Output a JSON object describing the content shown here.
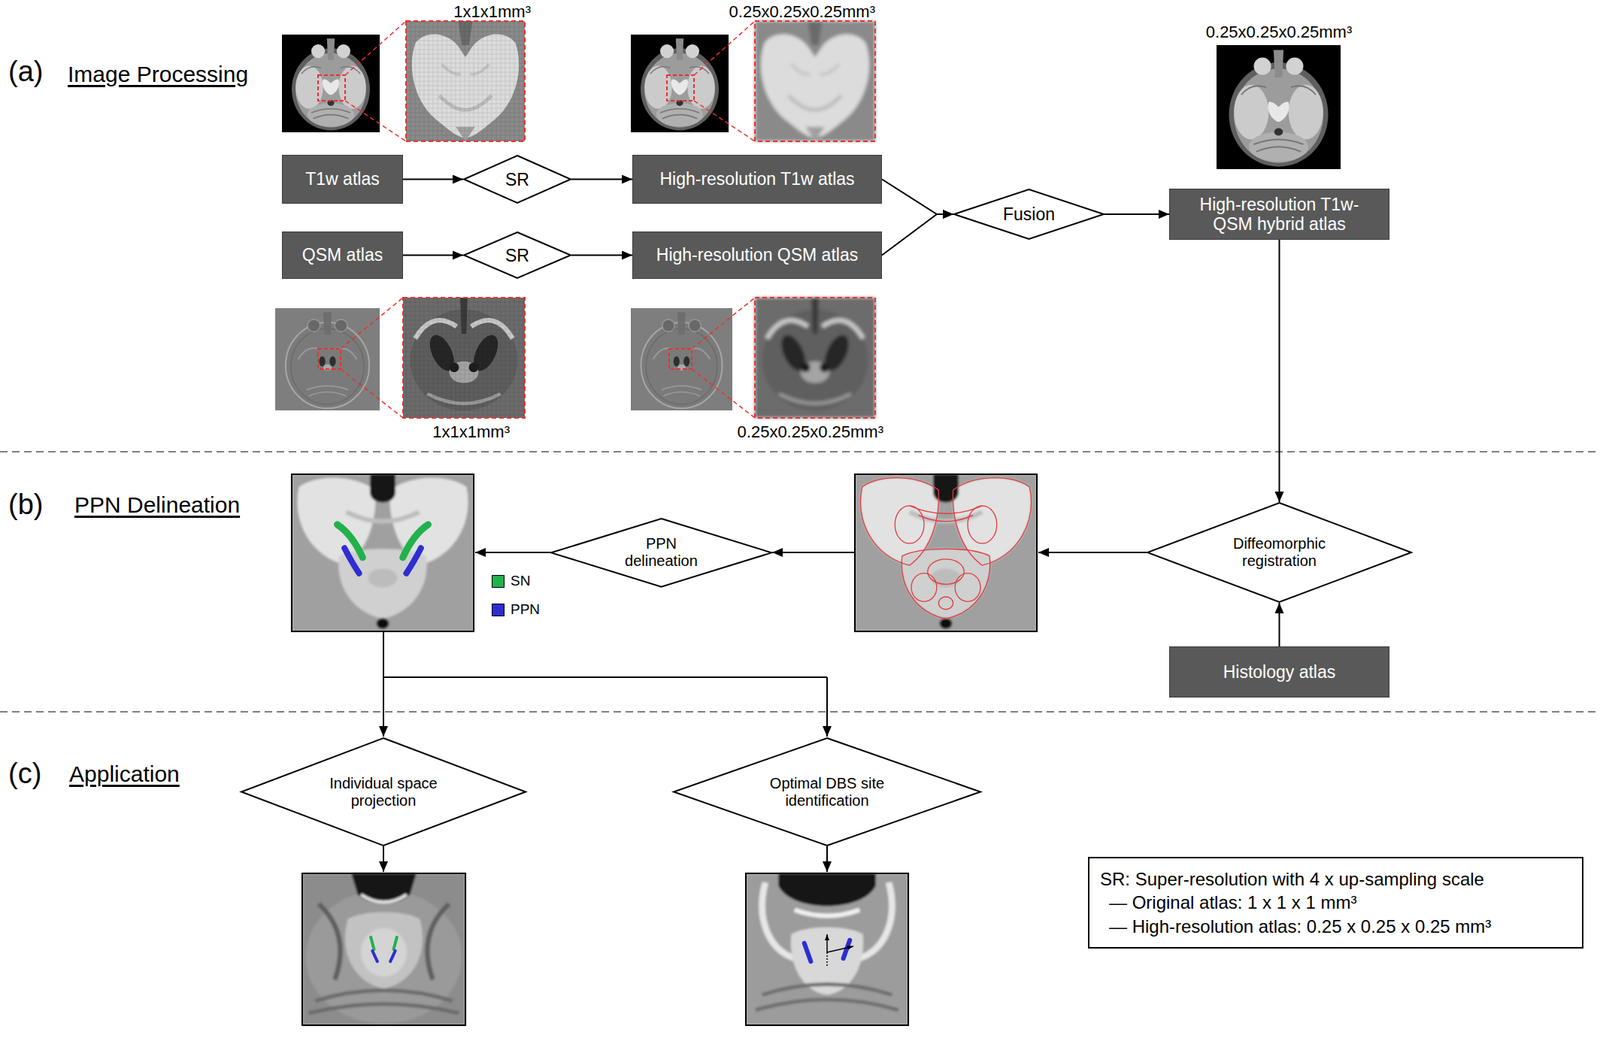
{
  "diagram": {
    "nodes": [
      {
        "text": [
          "T1w atlas"
        ]
      },
      {
        "text": [
          "SR"
        ]
      },
      {
        "text": [
          "High-resolution T1w atlas"
        ]
      },
      {
        "text": [
          "QSM atlas"
        ]
      },
      {
        "text": [
          "SR"
        ]
      },
      {
        "text": [
          "High-resolution QSM atlas"
        ]
      },
      {
        "text": [
          "Fusion"
        ]
      },
      {
        "text": [
          "High-resolution T1w-QSM hybrid atlas"
        ]
      },
      {
        "text": [
          "Diffeomorphic registration"
        ]
      },
      {
        "text": [
          "Histology atlas"
        ]
      },
      {
        "text": [
          "PPN delineation"
        ]
      },
      {
        "text": [
          "Individual space projection"
        ]
      },
      {
        "text": [
          "Optimal DBS site identification"
        ]
      },
      {
        "text": [
          "SR: Super-resolution with 4 x up-sampling scale",
          "— Original atlas: 1 x 1 x 1 mm³",
          "— High-resolution atlas: 0.25 x 0.25 x 0.25 mm³"
        ]
      }
    ],
    "edges": [
      {
        "from": 0,
        "to": 1,
        "arrow": "to"
      },
      {
        "from": 1,
        "to": 2,
        "arrow": "to"
      },
      {
        "from": 3,
        "to": 4,
        "arrow": "to"
      },
      {
        "from": 4,
        "to": 5,
        "arrow": "to"
      },
      {
        "from": 2,
        "to": 6,
        "arrow": "to"
      },
      {
        "from": 5,
        "to": 6,
        "arrow": "to"
      },
      {
        "from": 6,
        "to": 7,
        "arrow": "to"
      },
      {
        "from": 7,
        "to": 8,
        "arrow": "to"
      },
      {
        "from": 9,
        "to": 8,
        "arrow": "to"
      }
    ],
    "labels": [
      "(a)",
      "Image Processing",
      "1x1x1mm³",
      "0.25x0.25x0.25mm³",
      "0.25x0.25x0.25mm³",
      "1x1x1mm³",
      "0.25x0.25x0.25mm³",
      "(b)",
      "PPN Delineation",
      "(c)",
      "Application"
    ],
    "legend": [
      {
        "text": "SN",
        "color": "#22b14c"
      },
      {
        "text": "PPN",
        "color": "#2e2ed2"
      }
    ]
  }
}
